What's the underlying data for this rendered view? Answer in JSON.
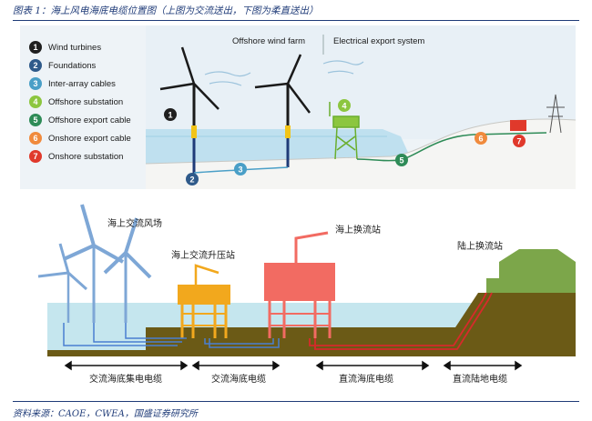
{
  "figure_title": "图表 1：海上风电海底电缆位置图（上图为交流送出，下图为柔直送出）",
  "source_note": "资料来源：CAOE，CWEA，国盛证券研究所",
  "top_diagram": {
    "headings": {
      "left": "Offshore wind farm",
      "right": "Electrical export system"
    },
    "legend": [
      {
        "num": "1",
        "label": "Wind turbines",
        "color": "#1f1f1f"
      },
      {
        "num": "2",
        "label": "Foundations",
        "color": "#2f5a8a"
      },
      {
        "num": "3",
        "label": "Inter-array cables",
        "color": "#4a9fc7"
      },
      {
        "num": "4",
        "label": "Offshore substation",
        "color": "#8cc63f"
      },
      {
        "num": "5",
        "label": "Offshore export cable",
        "color": "#2e8b57"
      },
      {
        "num": "6",
        "label": "Onshore export cable",
        "color": "#f08a3c"
      },
      {
        "num": "7",
        "label": "Onshore substation",
        "color": "#e0392b"
      }
    ]
  },
  "bottom_diagram": {
    "labels": {
      "offshore_ac_farm": "海上交流风场",
      "offshore_ac_booster": "海上交流升压站",
      "offshore_converter": "海上换流站",
      "onshore_converter": "陆上换流站"
    },
    "cables": [
      "交流海底集电电缆",
      "交流海底电缆",
      "直流海底电缆",
      "直流陆地电缆"
    ]
  }
}
